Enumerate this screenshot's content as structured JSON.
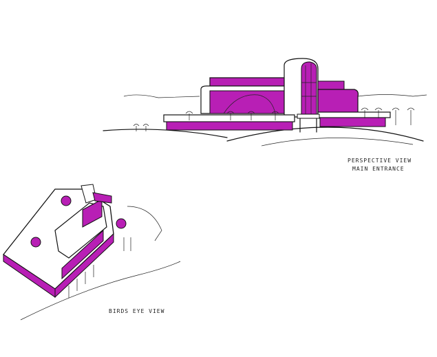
{
  "sheet": {
    "perspective_label_line1": "PERSPECTIVE VIEW",
    "perspective_label_line2": "MAIN ENTRANCE",
    "birds_eye_label": "BIRDS EYE VIEW"
  },
  "colors": {
    "paper": "#ffffff",
    "ink": "#111111",
    "accent_magenta": "#b81fb5"
  }
}
